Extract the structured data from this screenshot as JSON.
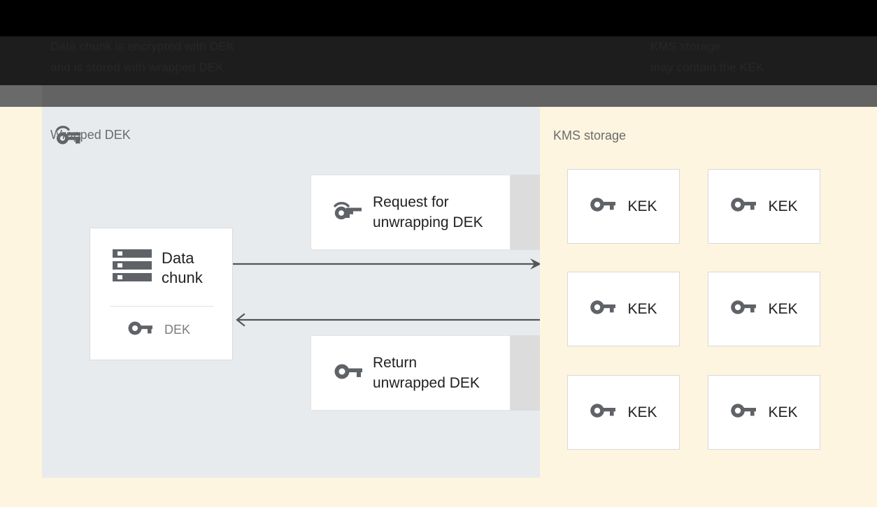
{
  "header": {
    "caption_left": "Data chunk is encrypted with DEK\nand is stored with wrapped DEK",
    "caption_right": "KMS storage\nmay contain the KEK"
  },
  "storage_panel": {
    "title": "Wrapped DEK",
    "title_icon": "wrapped-key-icon",
    "background_color": "#e7ebee",
    "data_chunk_card": {
      "icon": "storage-stack-icon",
      "label": "Data\nchunk",
      "key_icon": "key-icon",
      "key_label": "DEK"
    },
    "messages": [
      {
        "id": "request",
        "icon": "key-left-icon",
        "label": "Request for\nunwrapping DEK"
      },
      {
        "id": "return",
        "icon": "key-icon",
        "label": "Return\nunwrapped DEK"
      }
    ],
    "arrows": [
      {
        "id": "arrow-out",
        "direction": "right",
        "head": "filled"
      },
      {
        "id": "arrow-in",
        "direction": "left",
        "head": "open"
      }
    ]
  },
  "kms_panel": {
    "title": "KMS storage",
    "background_color": "#fdf5e0",
    "keys": [
      {
        "icon": "key-icon",
        "label": "KEK"
      },
      {
        "icon": "key-icon",
        "label": "KEK"
      },
      {
        "icon": "key-icon",
        "label": "KEK"
      },
      {
        "icon": "key-icon",
        "label": "KEK"
      },
      {
        "icon": "key-icon",
        "label": "KEK"
      },
      {
        "icon": "key-icon",
        "label": "KEK"
      }
    ]
  },
  "colors": {
    "panel_blue_grey": "#e7ebee",
    "panel_cream": "#fdf5e0",
    "strip_grey": "#dcdcdc",
    "bar_grey": "#636363",
    "icon_grey": "#5f6368",
    "text_dark": "#202124",
    "text_muted": "#6b6b6b"
  }
}
